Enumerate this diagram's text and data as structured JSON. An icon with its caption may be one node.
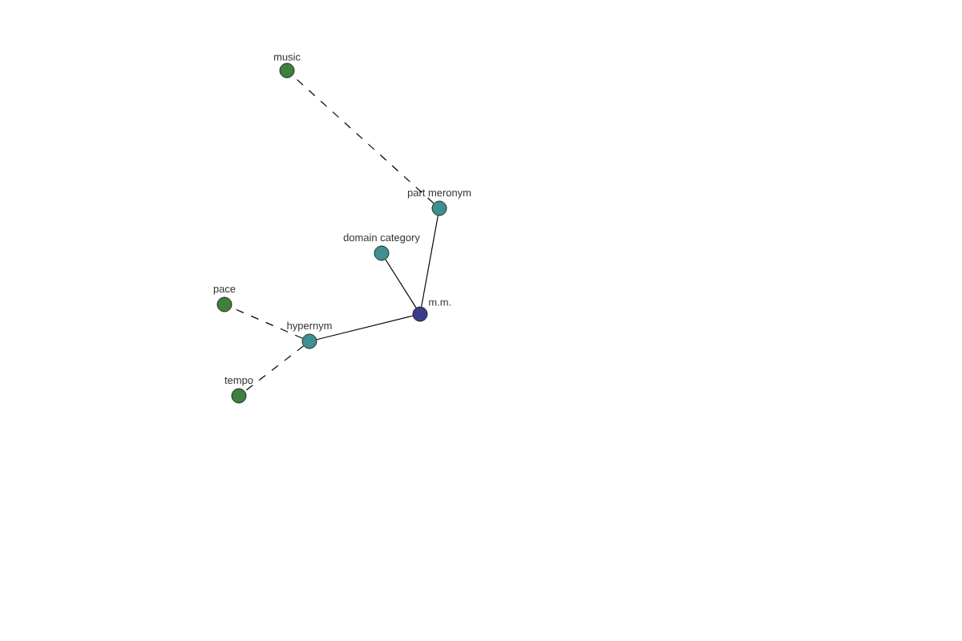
{
  "diagram": {
    "nodes": [
      {
        "text": [
          "m.m."
        ]
      },
      {
        "text": [
          "hypernym"
        ]
      },
      {
        "text": [
          "domain category"
        ]
      },
      {
        "text": [
          "part meronym"
        ]
      },
      {
        "text": [
          "pace"
        ]
      },
      {
        "text": [
          "tempo"
        ]
      },
      {
        "text": [
          "music"
        ]
      }
    ],
    "edges": [
      {
        "from": 0,
        "to": 1,
        "arrow": "none"
      },
      {
        "from": 0,
        "to": 2,
        "arrow": "none"
      },
      {
        "from": 0,
        "to": 3,
        "arrow": "none"
      },
      {
        "from": 1,
        "to": 4,
        "arrow": "none",
        "style": "dashed"
      },
      {
        "from": 1,
        "to": 5,
        "arrow": "none",
        "style": "dashed"
      },
      {
        "from": 3,
        "to": 6,
        "arrow": "none",
        "style": "dashed"
      }
    ]
  }
}
